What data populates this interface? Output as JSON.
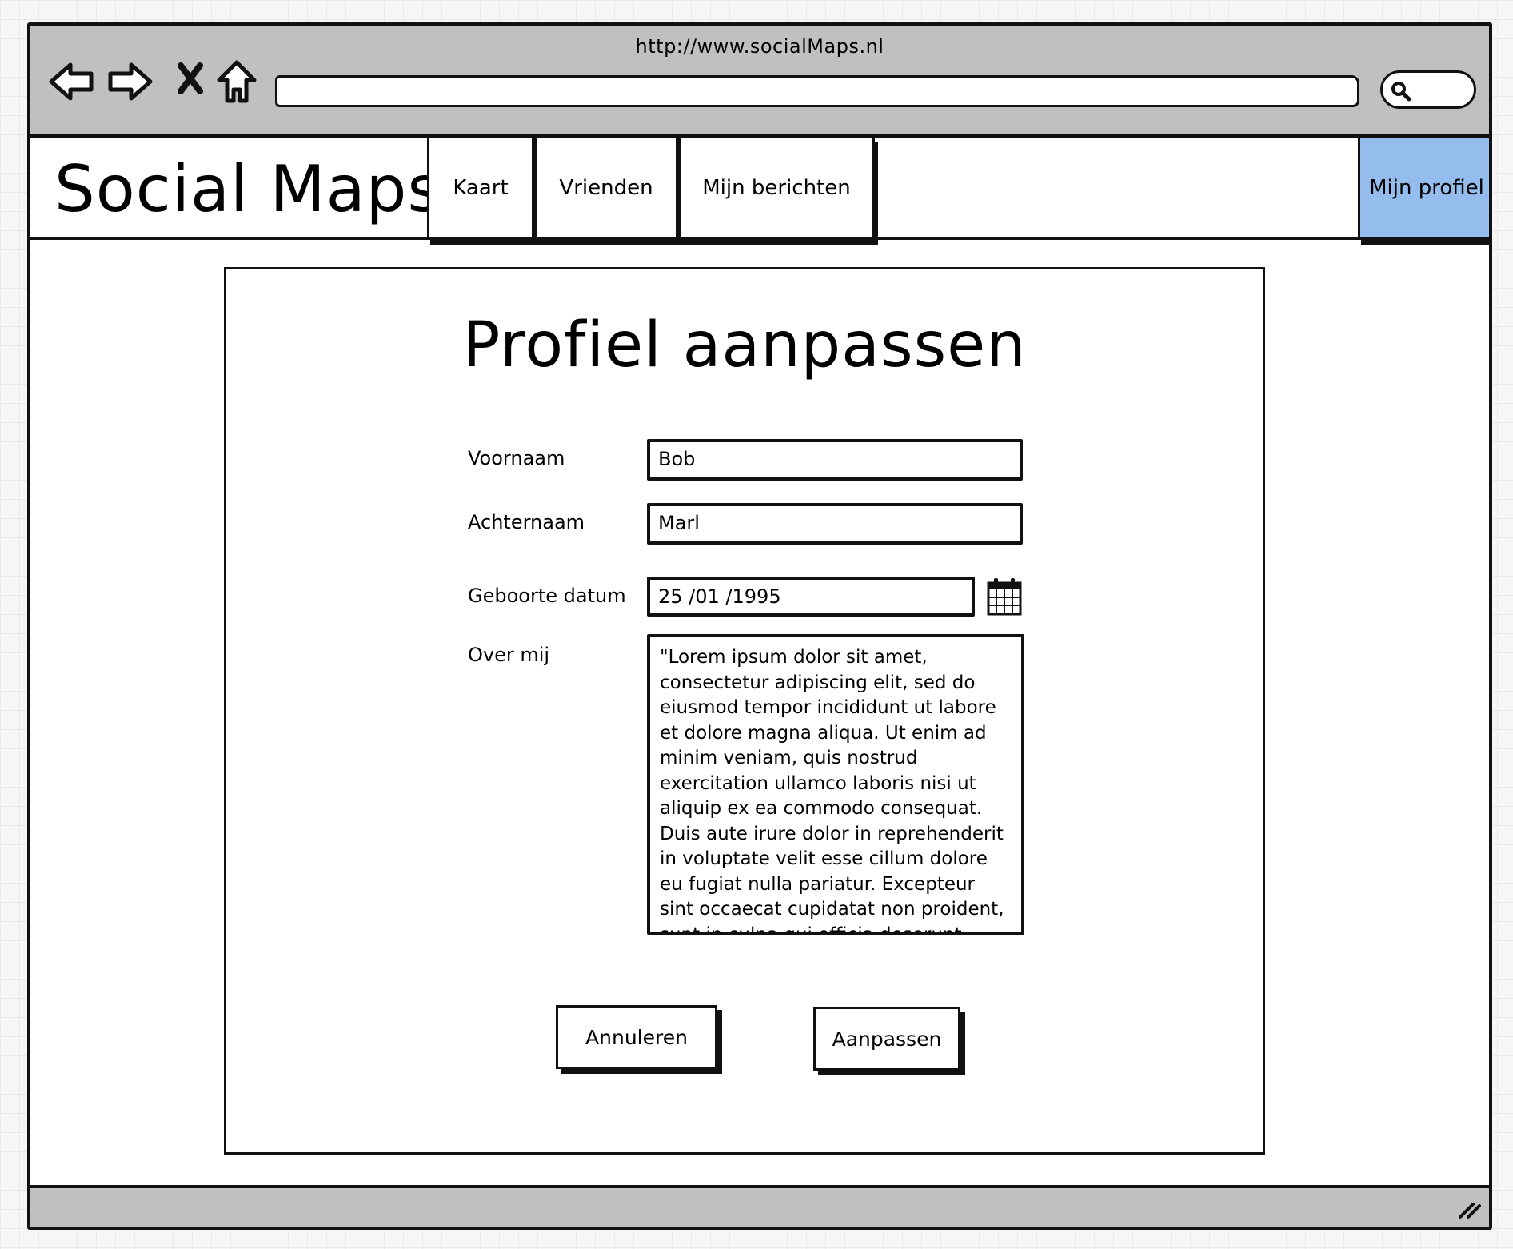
{
  "browser": {
    "url": "http://www.socialMaps.nl",
    "nav_icons": [
      "back-arrow-icon",
      "forward-arrow-icon",
      "stop-icon",
      "home-icon"
    ],
    "search_icon": "magnifier-icon"
  },
  "header": {
    "logo": "Social Maps",
    "tabs": [
      {
        "label": "Kaart"
      },
      {
        "label": "Vrienden"
      },
      {
        "label": "Mijn berichten"
      }
    ],
    "profile_tab": {
      "label": "Mijn profiel",
      "active": true,
      "color": "#94bcec"
    }
  },
  "form": {
    "title": "Profiel aanpassen",
    "fields": [
      {
        "label": "Voornaam",
        "value": "Bob"
      },
      {
        "label": "Achternaam",
        "value": "Marl"
      },
      {
        "label": "Geboorte datum",
        "value": "25 /01 /1995",
        "icon": "calendar-icon"
      },
      {
        "label": "Over mij",
        "value": "\"Lorem ipsum dolor sit amet, consectetur adipiscing elit, sed do eiusmod tempor incididunt ut labore et dolore magna aliqua. Ut enim ad minim veniam, quis nostrud exercitation ullamco laboris nisi ut aliquip ex ea commodo consequat. Duis aute irure dolor in reprehenderit in voluptate velit esse cillum dolore eu fugiat nulla pariatur. Excepteur sint occaecat cupidatat non proident, sunt in culpa qui officia deserunt"
      }
    ],
    "buttons": {
      "cancel": "Annuleren",
      "submit": "Aanpassen"
    }
  }
}
